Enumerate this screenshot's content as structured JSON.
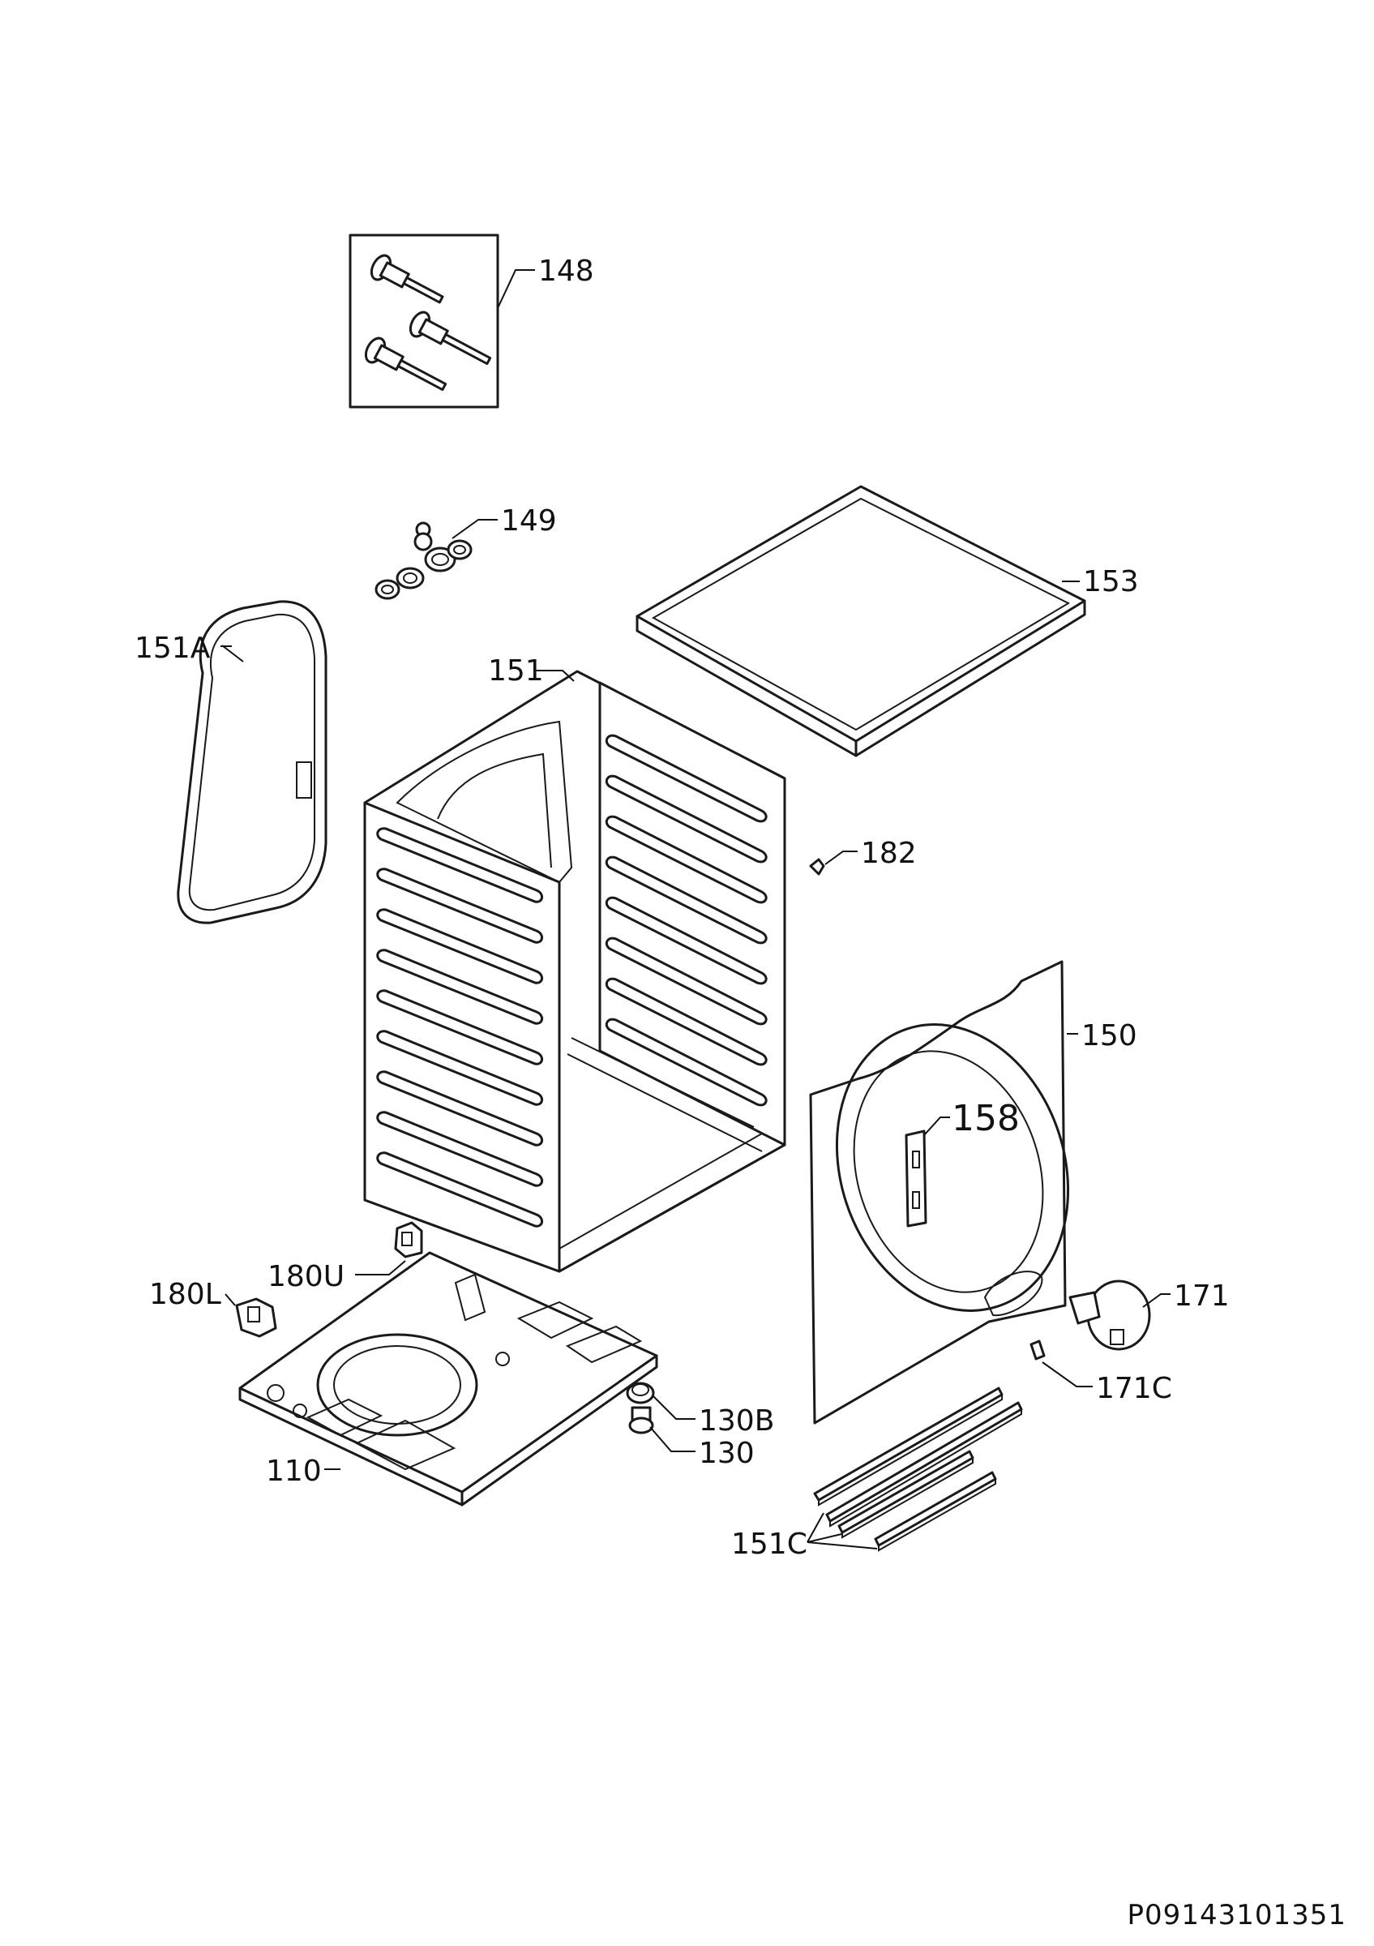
{
  "labels": {
    "p148": "148",
    "p149": "149",
    "p153": "153",
    "p151A": "151A",
    "p151": "151",
    "p182": "182",
    "p150": "150",
    "p158": "158",
    "p180U": "180U",
    "p180L": "180L",
    "p171": "171",
    "p171C": "171C",
    "p130B": "130B",
    "p130": "130",
    "p110": "110",
    "p151C": "151C"
  },
  "document_code": "P09143101351",
  "colors": {
    "line": "#1a1a1a",
    "background": "#ffffff"
  }
}
